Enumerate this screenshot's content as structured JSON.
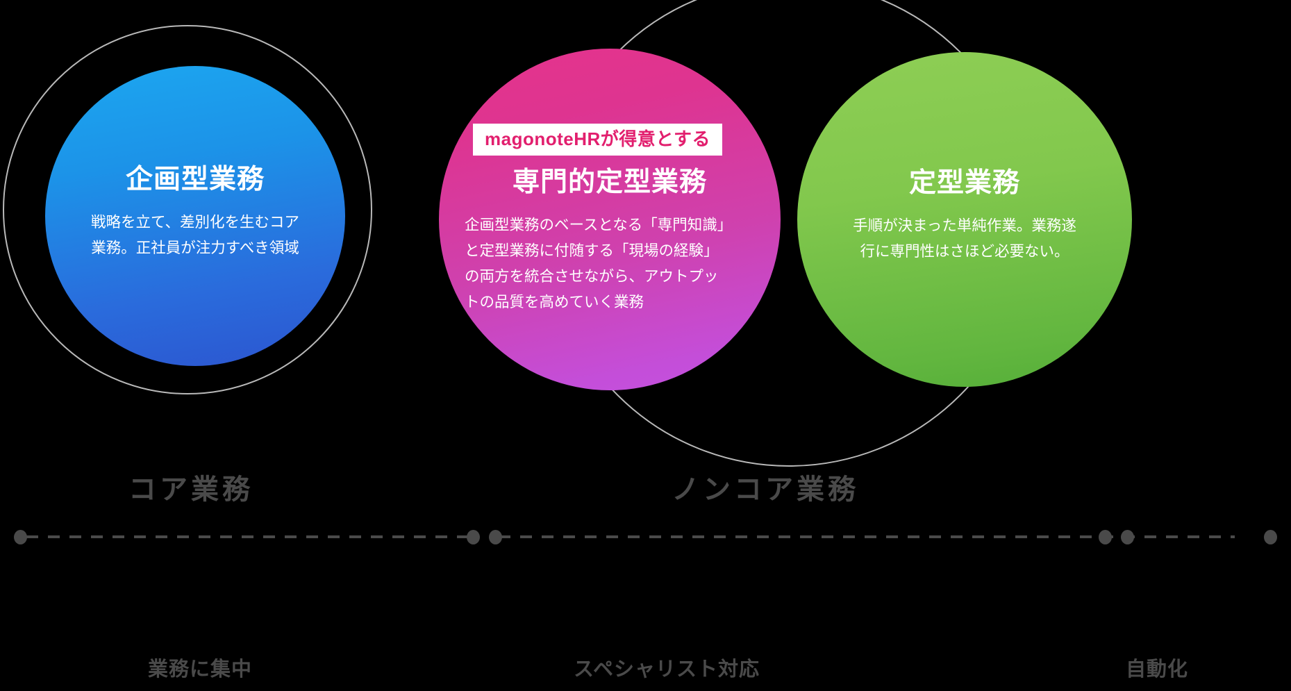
{
  "background_color": "#000000",
  "rings": {
    "core_ring": {
      "name": "core-outline-ring",
      "stroke": "#b9b9b9"
    },
    "noncore_ring": {
      "name": "noncore-outline-ring",
      "stroke": "#b9b9b9"
    }
  },
  "bubbles": [
    {
      "id": "planning",
      "title": "企画型業務",
      "body": "戦略を立て、差別化を生むコア\n業務。正社員が注力すべき領域",
      "color_start": "#1CA7F0",
      "color_end": "#2C55CF"
    },
    {
      "id": "specialized",
      "badge": "magonoteHRが得意とする",
      "badge_text_color": "#E21F6E",
      "badge_background": "#FFFFFF",
      "title": "専門的定型業務",
      "body": "企画型業務のベースとなる「専門知識」\nと定型業務に付随する「現場の経験」\nの両方を統合させながら、アウトプッ\nトの品質を高めていく業務",
      "color_start": "#E5338C",
      "color_end": "#C352E0"
    },
    {
      "id": "routine",
      "title": "定型業務",
      "body": "手順が決まった単純作業。業務遂\n行に専門性はさほど必要ない。",
      "color_start": "#8ECE55",
      "color_end": "#54AE38"
    }
  ],
  "section_labels": {
    "core": "コア業務",
    "noncore": "ノンコア業務",
    "color": "#4a4a4a"
  },
  "timeline": {
    "line_color": "#4a4a4a",
    "dot_color": "#4a4a4a",
    "captions": [
      "業務に集中",
      "スペシャリスト対応",
      "自動化"
    ]
  }
}
